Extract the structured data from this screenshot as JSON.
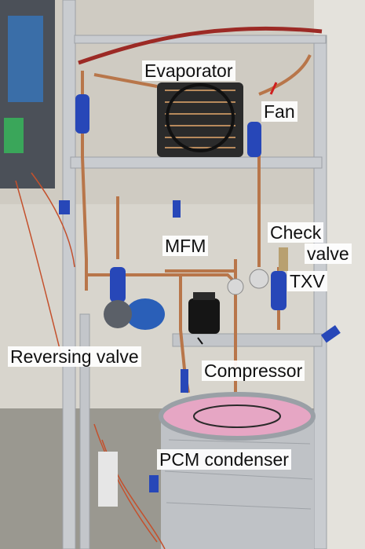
{
  "photo": {
    "subject": "refrigeration test rig"
  },
  "labels": {
    "evaporator": "Evaporator",
    "fan": "Fan",
    "mfm": "MFM",
    "check_valve_line1": "Check",
    "check_valve_line2": "valve",
    "txv": "TXV",
    "reversing_valve": "Reversing valve",
    "compressor": "Compressor",
    "pcm_condenser": "PCM condenser"
  },
  "colors": {
    "copper": "#b8764a",
    "aluminum_frame": "#c9ccd0",
    "insulation_foil": "#bfc2c6",
    "pink_foam": "#e6a6c4",
    "blue_tags": "#2747b8",
    "red_hose": "#9c2a25"
  }
}
